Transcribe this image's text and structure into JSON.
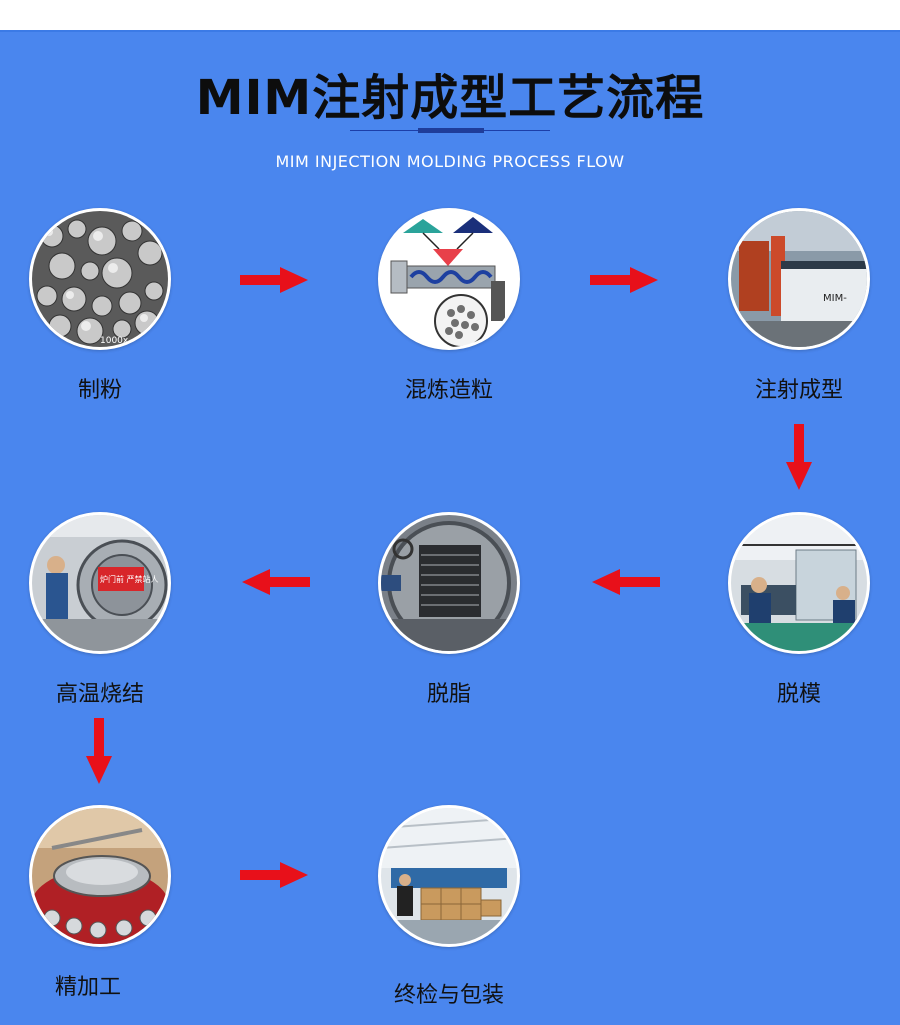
{
  "header": {
    "title": "MIM注射成型工艺流程",
    "subtitle": "MIM INJECTION MOLDING PROCESS FLOW"
  },
  "steps": [
    {
      "label": "制粉",
      "image": "metal-powder-micrograph"
    },
    {
      "label": "混炼造粒",
      "image": "mixing-granulation-diagram"
    },
    {
      "label": "注射成型",
      "image": "injection-molding-machine"
    },
    {
      "label": "脱模",
      "image": "demolding-workshop"
    },
    {
      "label": "脱脂",
      "image": "debinding-furnace"
    },
    {
      "label": "高温烧结",
      "image": "sintering-furnace"
    },
    {
      "label": "精加工",
      "image": "finishing-tumbler"
    },
    {
      "label": "终检与包装",
      "image": "inspection-packaging-warehouse"
    }
  ],
  "images": {
    "micrograph_scale_text": "1000x",
    "machine_brand_text": "MIM-",
    "furnace_warning_text": "炉门前 严禁站人"
  },
  "colors": {
    "background": "#4a86ee",
    "arrow": "#e8101a",
    "title": "#0d0d0d"
  }
}
